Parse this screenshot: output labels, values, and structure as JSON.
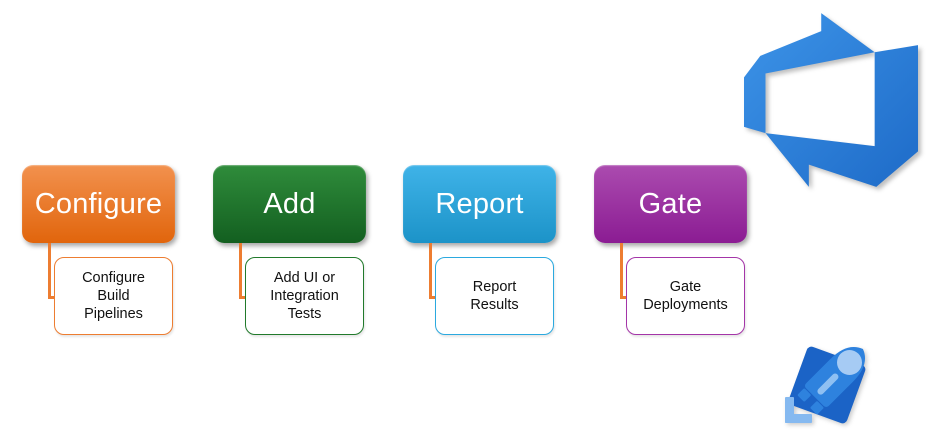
{
  "diagram": {
    "background": "#ffffff",
    "connector_color": "#ED7D31",
    "steps": [
      {
        "label": "Configure",
        "detail": "Configure Build Pipelines",
        "gradient_top": "#F2914E",
        "gradient_bottom": "#E1650C",
        "detail_border": "#ED7D31"
      },
      {
        "label": "Add",
        "detail": "Add UI or Integration Tests",
        "gradient_top": "#2F8C3B",
        "gradient_bottom": "#135F20",
        "detail_border": "#217A2B"
      },
      {
        "label": "Report",
        "detail": "Report Results",
        "gradient_top": "#3FB3E8",
        "gradient_bottom": "#1C93C8",
        "detail_border": "#2BA9DF"
      },
      {
        "label": "Gate",
        "detail": "Gate Deployments",
        "gradient_top": "#AB4BAF",
        "gradient_bottom": "#8B1C93",
        "detail_border": "#A435A8"
      }
    ],
    "icons": {
      "azure_devops_logo": {
        "name": "azure-devops-logo",
        "color_light": "#3D94E8",
        "color_dark": "#1E6BC8"
      },
      "azure_pipelines_icon": {
        "name": "azure-pipelines-rocket-icon",
        "banner": "#1B63C6",
        "rocket": "#2E82DE",
        "window": "#A6CBF4",
        "stripe": "#8FC0F2",
        "bracket": "#85B9F0"
      }
    }
  }
}
